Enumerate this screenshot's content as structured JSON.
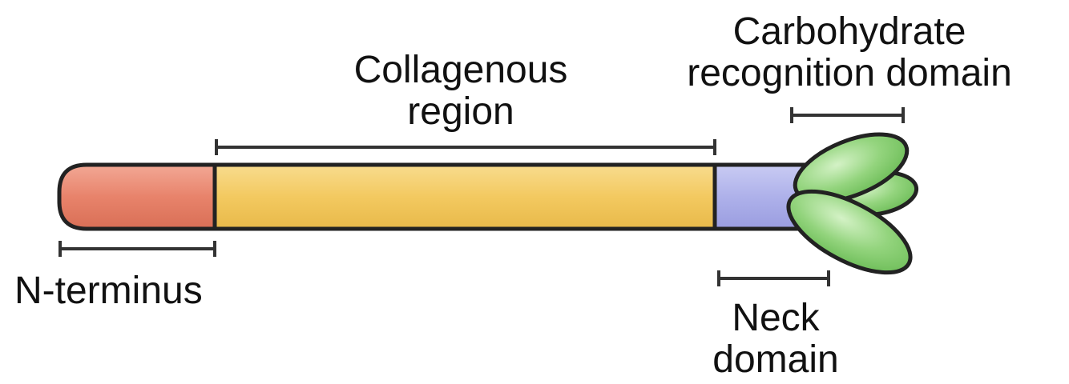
{
  "labels": {
    "collagenous_region": {
      "line1": "Collagenous",
      "line2": "region"
    },
    "carbohydrate_recognition_domain": {
      "line1": "Carbohydrate",
      "line2": "recognition domain"
    },
    "n_terminus": {
      "line1": "N-terminus"
    },
    "neck_domain": {
      "line1": "Neck",
      "line2": "domain"
    }
  },
  "colors": {
    "n_terminus_fill": "#e8836b",
    "collagenous_fill": "#f3c960",
    "neck_fill": "#aeb1ea",
    "crd_fill": "#8fd07a",
    "crd_highlight": "#c7ecb9",
    "outline": "#222222",
    "bracket": "#333333"
  }
}
